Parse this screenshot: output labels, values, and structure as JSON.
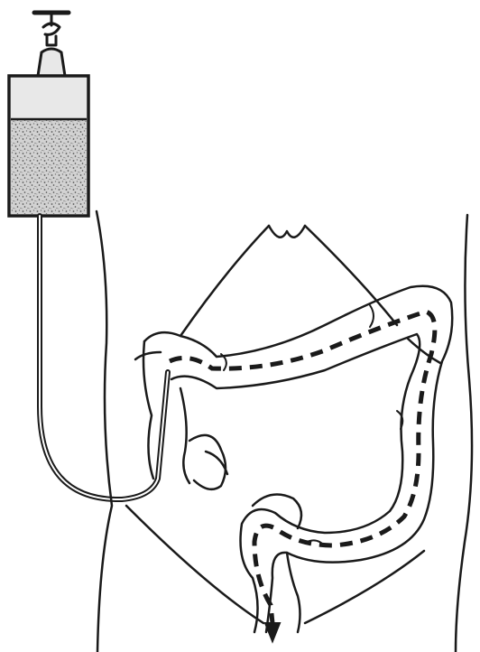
{
  "diagram": {
    "type": "line-illustration",
    "colors": {
      "ink": "#1a1a1a",
      "paper": "#ffffff",
      "liquid": "#cfcfcf",
      "bag_top": "#e8e8e8"
    },
    "parts": [
      "enema-bag",
      "hanging-hook",
      "drain-tube",
      "torso-outline",
      "rib-cage",
      "large-intestine",
      "flow-path-dashed",
      "flow-direction-arrow"
    ]
  }
}
